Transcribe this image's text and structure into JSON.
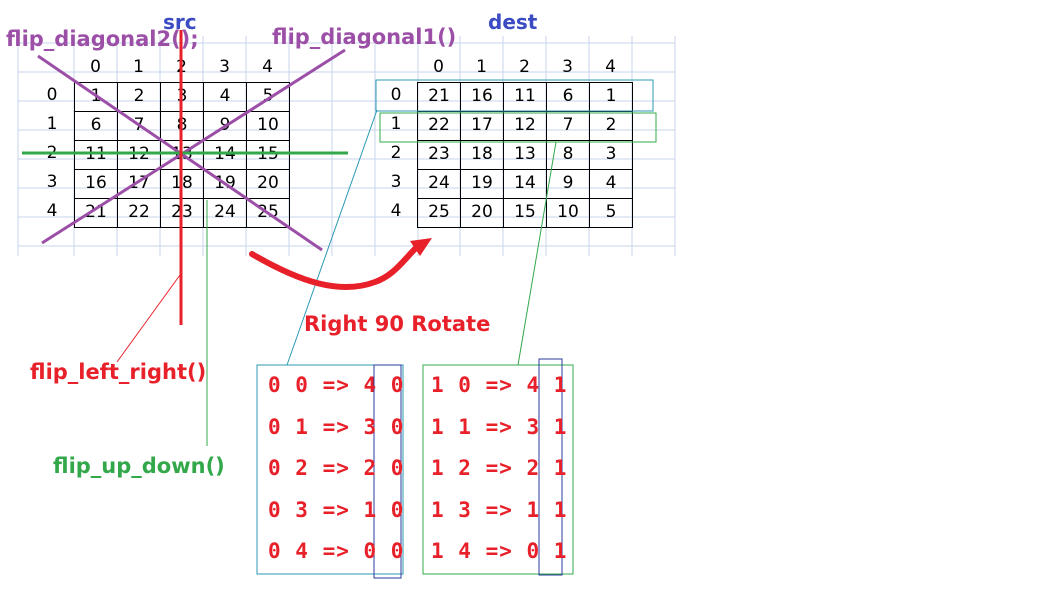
{
  "src": {
    "title": "src",
    "col_headers": [
      "0",
      "1",
      "2",
      "3",
      "4"
    ],
    "row_headers": [
      "0",
      "1",
      "2",
      "3",
      "4"
    ],
    "cells": [
      [
        "1",
        "2",
        "3",
        "4",
        "5"
      ],
      [
        "6",
        "7",
        "8",
        "9",
        "10"
      ],
      [
        "11",
        "12",
        "13",
        "14",
        "15"
      ],
      [
        "16",
        "17",
        "18",
        "19",
        "20"
      ],
      [
        "21",
        "22",
        "23",
        "24",
        "25"
      ]
    ]
  },
  "dest": {
    "title": "dest",
    "col_headers": [
      "0",
      "1",
      "2",
      "3",
      "4"
    ],
    "row_headers": [
      "0",
      "1",
      "2",
      "3",
      "4"
    ],
    "cells": [
      [
        "21",
        "16",
        "11",
        "6",
        "1"
      ],
      [
        "22",
        "17",
        "12",
        "7",
        "2"
      ],
      [
        "23",
        "18",
        "13",
        "8",
        "3"
      ],
      [
        "24",
        "19",
        "14",
        "9",
        "4"
      ],
      [
        "25",
        "20",
        "15",
        "10",
        "5"
      ]
    ]
  },
  "labels": {
    "flip_diagonal2": "flip_diagonal2();",
    "flip_diagonal1": "flip_diagonal1()",
    "flip_left_right": "flip_left_right()",
    "flip_up_down": "flip_up_down()",
    "rotate": "Right 90 Rotate"
  },
  "mapping_row0": [
    "0 0 => 4 0",
    "0 1 => 3 0",
    "0 2 => 2 0",
    "0 3 => 1 0",
    "0 4 => 0 0"
  ],
  "mapping_row1": [
    "1 0 => 4 1",
    "1 1 => 3 1",
    "1 2 => 2 1",
    "1 3 => 1 1",
    "1 4 => 0 1"
  ],
  "colors": {
    "purple": "#9b4fa6",
    "red": "#e8202a",
    "green": "#33a84a",
    "blue_title": "#3b4bc4",
    "teal": "#2a9ab5",
    "navy": "#2b3a9e",
    "gridline": "#c9d3ec"
  }
}
